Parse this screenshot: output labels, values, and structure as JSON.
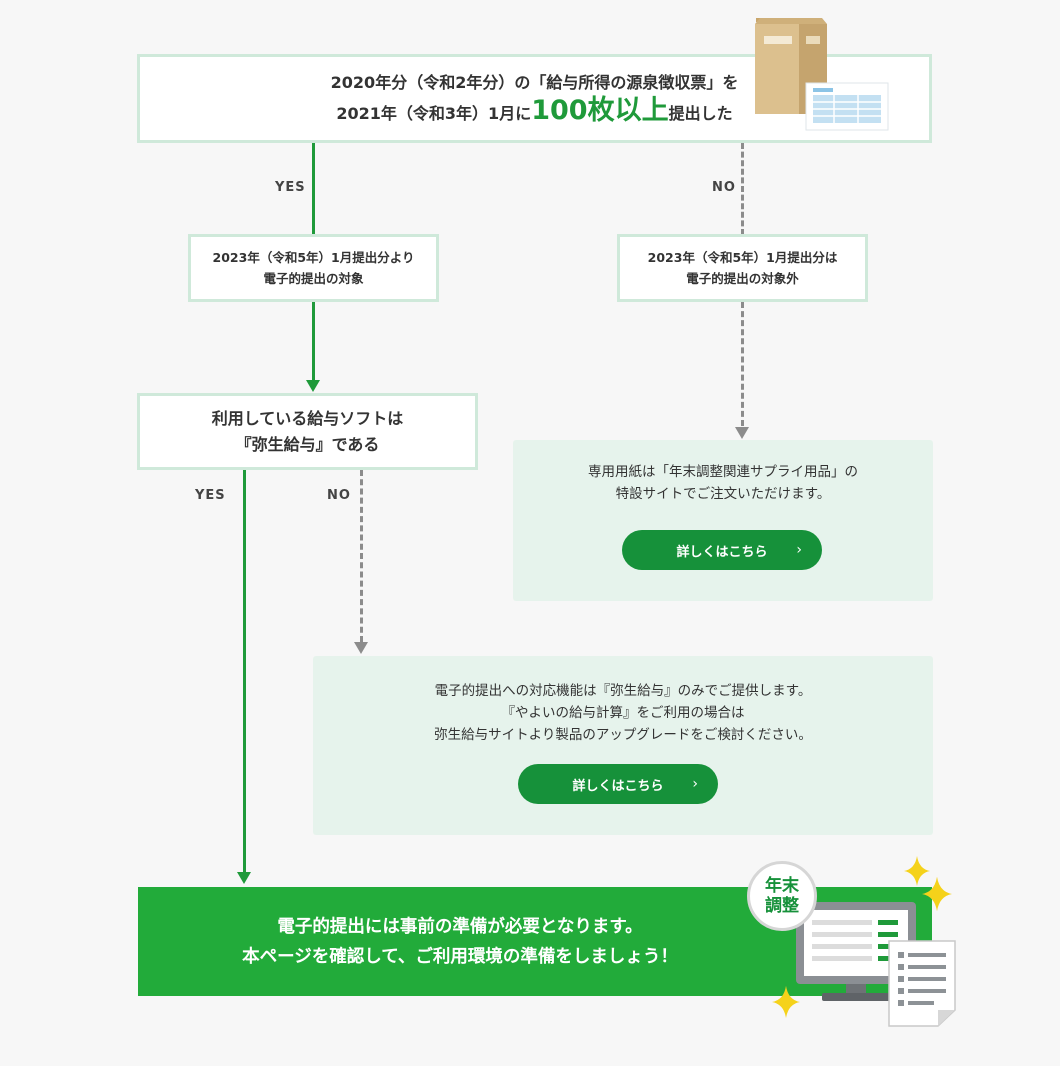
{
  "top_box": {
    "line1": "2020年分（令和2年分）の「給与所得の源泉徴収票」を",
    "line2_prefix": "2021年（令和3年）1月に",
    "line2_highlight": "100枚以上",
    "line2_suffix": "提出した"
  },
  "yes_label_1": "YES",
  "no_label_1": "NO",
  "target_box": {
    "line1": "2023年（令和5年）1月提出分より",
    "line2": "電子的提出の対象"
  },
  "nontarget_box": {
    "line1": "2023年（令和5年）1月提出分は",
    "line2": "電子的提出の対象外"
  },
  "software_box": {
    "line1": "利用している給与ソフトは",
    "line2": "『弥生給与』である"
  },
  "yes_label_2": "YES",
  "no_label_2": "NO",
  "supply_panel": {
    "line1": "専用用紙は「年末調整関連サプライ用品」の",
    "line2": "特設サイトでご注文いただけます。",
    "button_label": "詳しくはこちら",
    "button_chevron": "›"
  },
  "upgrade_panel": {
    "line1": "電子的提出への対応機能は『弥生給与』のみでご提供します。",
    "line2": "『やよいの給与計算』をご利用の場合は",
    "line3": "弥生給与サイトより製品のアップグレードをご検討ください。",
    "button_label": "詳しくはこちら",
    "button_chevron": "›"
  },
  "banner": {
    "line1": "電子的提出には事前の準備が必要となります。",
    "line2": "本ページを確認して、ご利用環境の準備をしましょう！"
  },
  "badge": {
    "line1": "年末",
    "line2": "調整"
  },
  "colors": {
    "green": "#22ab3a",
    "dark_green": "#16913a",
    "panel_bg": "#e6f3ec",
    "border": "#cfe9da",
    "dashed": "#8c8c8c"
  },
  "icons": [
    "cardboard-box-icon",
    "document-form-icon",
    "monitor-icon",
    "paper-document-icon",
    "sparkle-icon"
  ]
}
